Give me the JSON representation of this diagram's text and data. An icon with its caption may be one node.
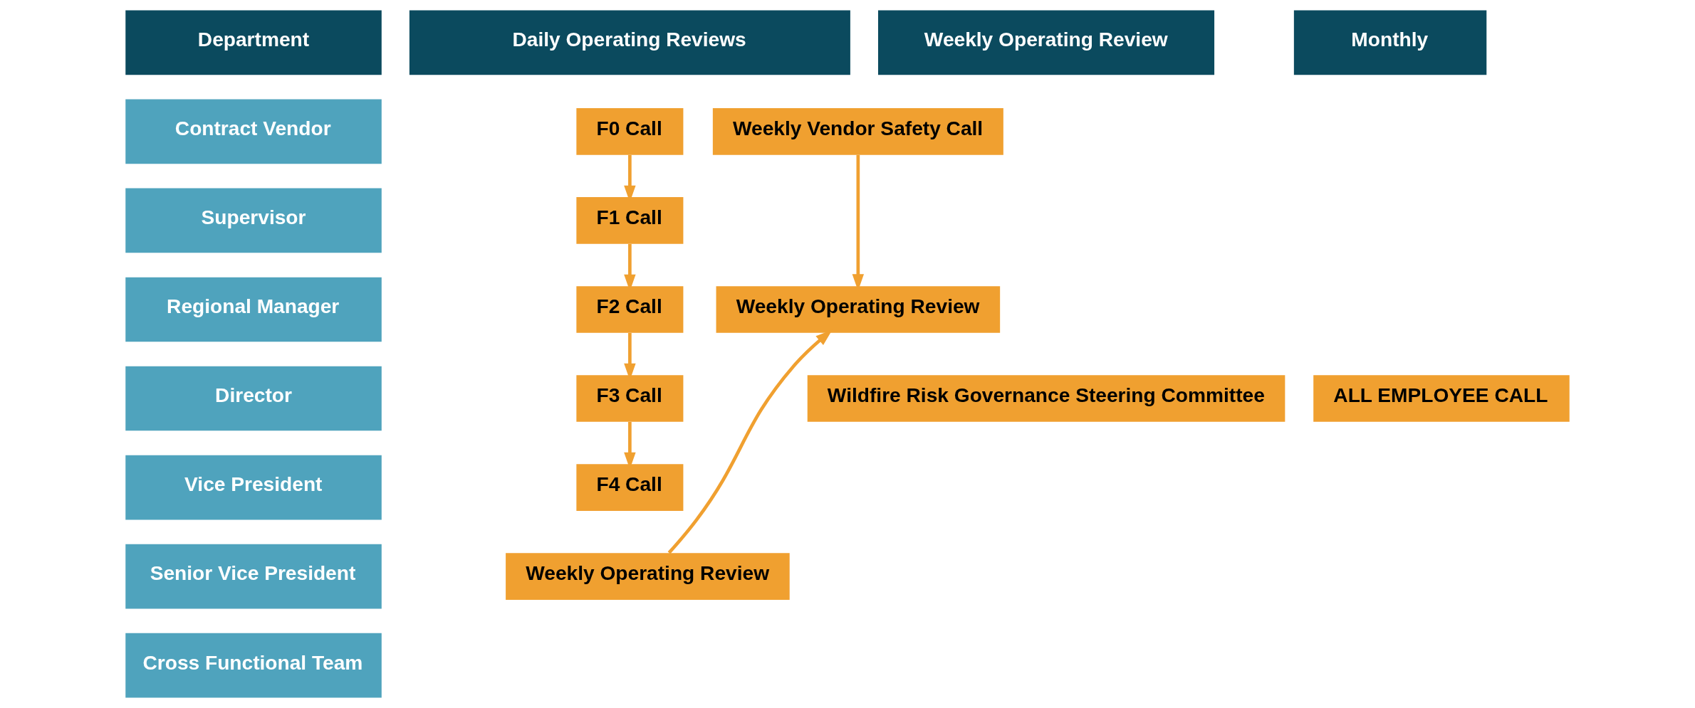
{
  "diagram": {
    "nodes": [
      {
        "text": [
          "Department"
        ]
      },
      {
        "text": [
          "Daily Operating Reviews"
        ]
      },
      {
        "text": [
          "Weekly Operating Review"
        ]
      },
      {
        "text": [
          "Monthly"
        ]
      },
      {
        "text": [
          "Contract Vendor"
        ]
      },
      {
        "text": [
          "Supervisor"
        ]
      },
      {
        "text": [
          "Regional Manager"
        ]
      },
      {
        "text": [
          "Director"
        ]
      },
      {
        "text": [
          "Vice President"
        ]
      },
      {
        "text": [
          "Senior Vice President"
        ]
      },
      {
        "text": [
          "Cross Functional Team"
        ]
      },
      {
        "text": [
          "F0 Call"
        ]
      },
      {
        "text": [
          "F1 Call"
        ]
      },
      {
        "text": [
          "F2 Call"
        ]
      },
      {
        "text": [
          "F3 Call"
        ]
      },
      {
        "text": [
          "F4 Call"
        ]
      },
      {
        "text": [
          "Weekly Vendor Safety Call"
        ]
      },
      {
        "text": [
          "Weekly Operating Review"
        ]
      },
      {
        "text": [
          "Wildfire Risk Governance Steering Committee"
        ]
      },
      {
        "text": [
          "Weekly Operating Review"
        ]
      },
      {
        "text": [
          "ALL EMPLOYEE CALL"
        ]
      }
    ],
    "edges": [
      {
        "from": 11,
        "to": 12,
        "arrow": "to"
      },
      {
        "from": 12,
        "to": 13,
        "arrow": "to"
      },
      {
        "from": 13,
        "to": 14,
        "arrow": "to"
      },
      {
        "from": 14,
        "to": 15,
        "arrow": "to"
      },
      {
        "from": 16,
        "to": 17,
        "arrow": "to"
      },
      {
        "from": 19,
        "to": 17,
        "arrow": "to"
      }
    ]
  }
}
